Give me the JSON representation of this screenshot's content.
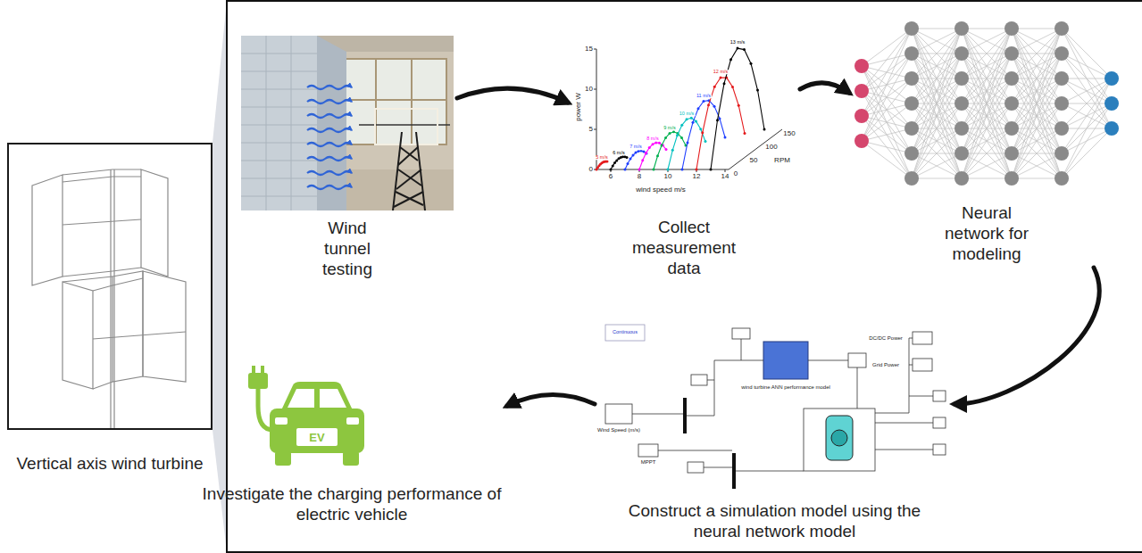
{
  "diagram": {
    "nodes": [
      {
        "text": [
          "Vertical axis wind turbine"
        ]
      },
      {
        "text": [
          "Wind tunnel testing"
        ]
      },
      {
        "text": [
          "Collect measurement data"
        ]
      },
      {
        "text": [
          "Neural network for modeling"
        ]
      },
      {
        "text": [
          "Investigate the charging performance of electric vehicle"
        ]
      },
      {
        "text": [
          "Construct a simulation model using the neural network model"
        ]
      }
    ],
    "edges": [
      {
        "from": 1,
        "to": 2,
        "arrow": "to"
      },
      {
        "from": 2,
        "to": 3,
        "arrow": "to"
      },
      {
        "from": 3,
        "to": 5,
        "arrow": "to"
      },
      {
        "from": 5,
        "to": 4,
        "arrow": "to"
      }
    ],
    "labels": [
      "15",
      "10",
      "5",
      "0",
      "power W",
      "6",
      "8",
      "10",
      "12",
      "14",
      "wind speed m/s",
      "0",
      "50",
      "100",
      "150",
      "RPM",
      "5 m/s",
      "6 m/s",
      "7 m/s",
      "8 m/s",
      "9 m/s",
      "10 m/s",
      "11 m/s",
      "12 m/s",
      "13 m/s",
      "EV",
      "Continuous",
      "Wind Speed (m/s)",
      "MPPT",
      "wind turbine ANN performance model",
      "DC/DC Power",
      "Grid Power"
    ]
  }
}
